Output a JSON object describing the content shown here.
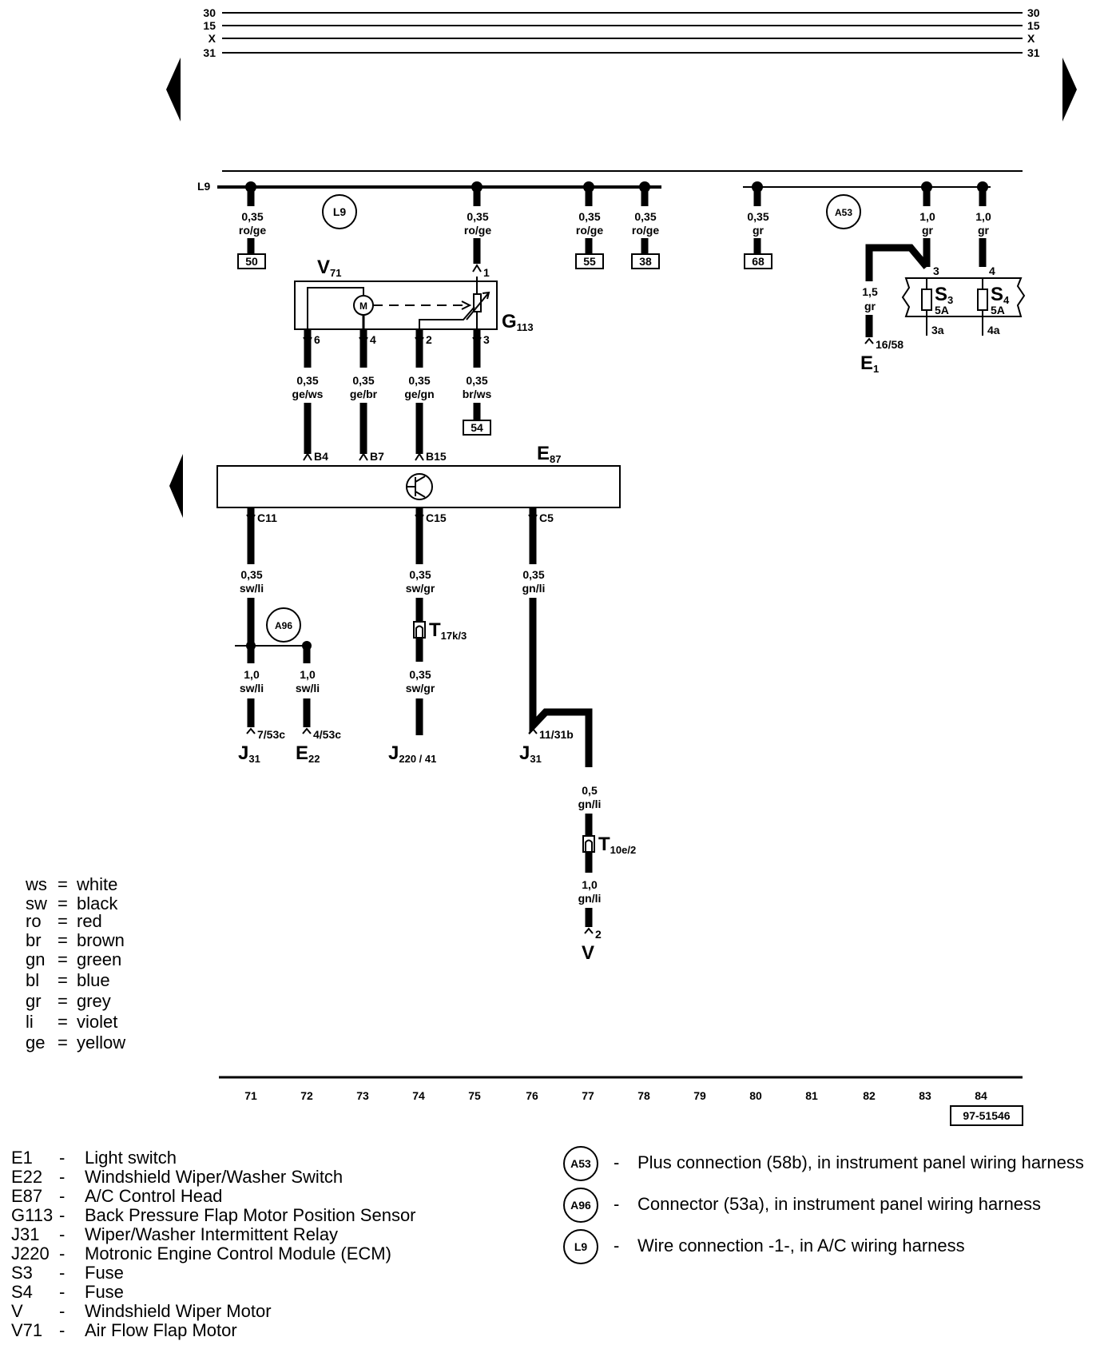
{
  "bus_labels": {
    "left": [
      "30",
      "15",
      "X",
      "31"
    ],
    "right": [
      "30",
      "15",
      "X",
      "31"
    ]
  },
  "connectors": {
    "L9_tag": "L9",
    "L9_circle": "L9",
    "A53_circle": "A53",
    "A96_circle": "A96"
  },
  "wires": {
    "w71_top": [
      "0,35",
      "ro/ge"
    ],
    "w75_top": [
      "0,35",
      "ro/ge"
    ],
    "w77_top": [
      "0,35",
      "ro/ge"
    ],
    "w78_top": [
      "0,35",
      "ro/ge"
    ],
    "w81_top": [
      "0,35",
      "gr"
    ],
    "w83_top": [
      "1,0",
      "gr"
    ],
    "w84_top": [
      "1,0",
      "gr"
    ],
    "w82_mid": [
      "1,5",
      "gr"
    ],
    "w72_b": [
      "0,35",
      "ge/ws"
    ],
    "w73_b": [
      "0,35",
      "ge/br"
    ],
    "w74_b": [
      "0,35",
      "ge/gn"
    ],
    "w75_b": [
      "0,35",
      "br/ws"
    ],
    "w71_c": [
      "0,35",
      "sw/li"
    ],
    "w74_c": [
      "0,35",
      "sw/gr"
    ],
    "w76_c": [
      "0,35",
      "gn/li"
    ],
    "w71_d": [
      "1,0",
      "sw/li"
    ],
    "w72_d": [
      "1,0",
      "sw/li"
    ],
    "w74_d": [
      "0,35",
      "sw/gr"
    ],
    "w77_e": [
      "0,5",
      "gn/li"
    ],
    "w77_f": [
      "1,0",
      "gn/li"
    ]
  },
  "boxes": {
    "b50": "50",
    "b55": "55",
    "b38": "38",
    "b68": "68",
    "b54": "54"
  },
  "pins": {
    "g113_1": "1",
    "g113_6": "6",
    "g113_4": "4",
    "g113_2": "2",
    "g113_3": "3",
    "s3_in": "3",
    "s4_in": "4",
    "s3_out": "3a",
    "s4_out": "4a",
    "e1_pin": "16/58",
    "b4": "B4",
    "b7": "B7",
    "b15": "B15",
    "c11": "C11",
    "c15": "C15",
    "c5": "C5",
    "j31a_pin": "7/53c",
    "e22_pin": "4/53c",
    "j31b_pin": "11/31b",
    "v_pin": "2"
  },
  "components": {
    "v71": {
      "main": "V",
      "sub": "71"
    },
    "g113": {
      "main": "G",
      "sub": "113"
    },
    "e87": {
      "main": "E",
      "sub": "87"
    },
    "s3": {
      "main": "S",
      "sub": "3",
      "rating": "5A"
    },
    "s4": {
      "main": "S",
      "sub": "4",
      "rating": "5A"
    },
    "e1": {
      "main": "E",
      "sub": "1"
    },
    "j31a": {
      "main": "J",
      "sub": "31"
    },
    "e22": {
      "main": "E",
      "sub": "22"
    },
    "j220": {
      "main": "J",
      "sub": "220 / 41"
    },
    "j31b": {
      "main": "J",
      "sub": "31"
    },
    "t17k": {
      "main": "T",
      "sub": "17k/3"
    },
    "t10e": {
      "main": "T",
      "sub": "10e/2"
    },
    "v": {
      "main": "V"
    },
    "motor": "M"
  },
  "grid_numbers": [
    "71",
    "72",
    "73",
    "74",
    "75",
    "76",
    "77",
    "78",
    "79",
    "80",
    "81",
    "82",
    "83",
    "84"
  ],
  "figure_id": "97-51546",
  "color_legend": [
    {
      "code": "ws",
      "name": "white"
    },
    {
      "code": "sw",
      "name": "black"
    },
    {
      "code": "ro",
      "name": "red"
    },
    {
      "code": "br",
      "name": "brown"
    },
    {
      "code": "gn",
      "name": "green"
    },
    {
      "code": "bl",
      "name": "blue"
    },
    {
      "code": "gr",
      "name": "grey"
    },
    {
      "code": "li",
      "name": "violet"
    },
    {
      "code": "ge",
      "name": "yellow"
    }
  ],
  "component_legend": [
    {
      "code": "E1",
      "desc": "Light switch"
    },
    {
      "code": "E22",
      "desc": "Windshield Wiper/Washer Switch"
    },
    {
      "code": "E87",
      "desc": "A/C Control Head"
    },
    {
      "code": "G113",
      "desc": "Back Pressure Flap Motor Position Sensor"
    },
    {
      "code": "J31",
      "desc": "Wiper/Washer Intermittent Relay"
    },
    {
      "code": "J220",
      "desc": "Motronic Engine Control Module (ECM)"
    },
    {
      "code": "S3",
      "desc": "Fuse"
    },
    {
      "code": "S4",
      "desc": "Fuse"
    },
    {
      "code": "V",
      "desc": "Windshield Wiper Motor"
    },
    {
      "code": "V71",
      "desc": "Air Flow Flap Motor"
    }
  ],
  "connector_legend": [
    {
      "code": "A53",
      "desc": "Plus connection (58b), in instrument panel wiring harness"
    },
    {
      "code": "A96",
      "desc": "Connector (53a), in instrument panel wiring harness"
    },
    {
      "code": "L9",
      "desc": "Wire connection -1-, in A/C wiring harness"
    }
  ],
  "legend_dash": "-",
  "legend_eq": "="
}
